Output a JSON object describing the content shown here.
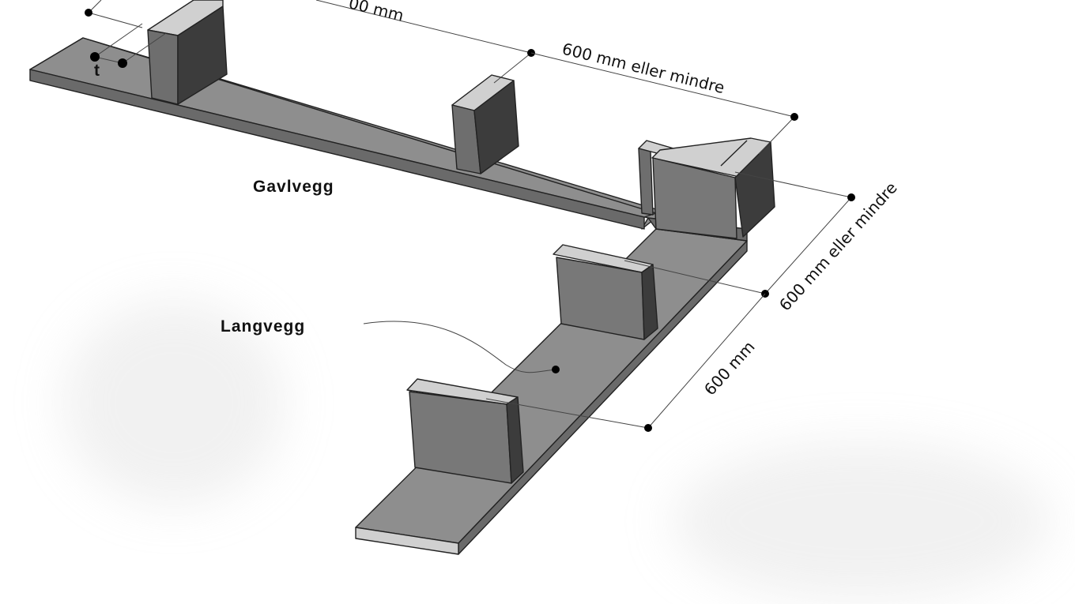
{
  "diagram": {
    "labels": {
      "gable_wall": "Gavlvegg",
      "long_wall": "Langvegg",
      "thickness": "t"
    },
    "dimensions": {
      "top_cut": "00 mm",
      "top_right": "600 mm eller mindre",
      "right_upper": "600 mm eller mindre",
      "right_lower": "600 mm"
    },
    "colors": {
      "background": "#ffffff",
      "sole_plate_top": "#8e8e8e",
      "sole_plate_edge": "#6a6a6a",
      "stud_top": "#d0d0d0",
      "stud_face": "#787878",
      "stud_side": "#3c3c3c",
      "dimension_line": "#444444"
    }
  }
}
